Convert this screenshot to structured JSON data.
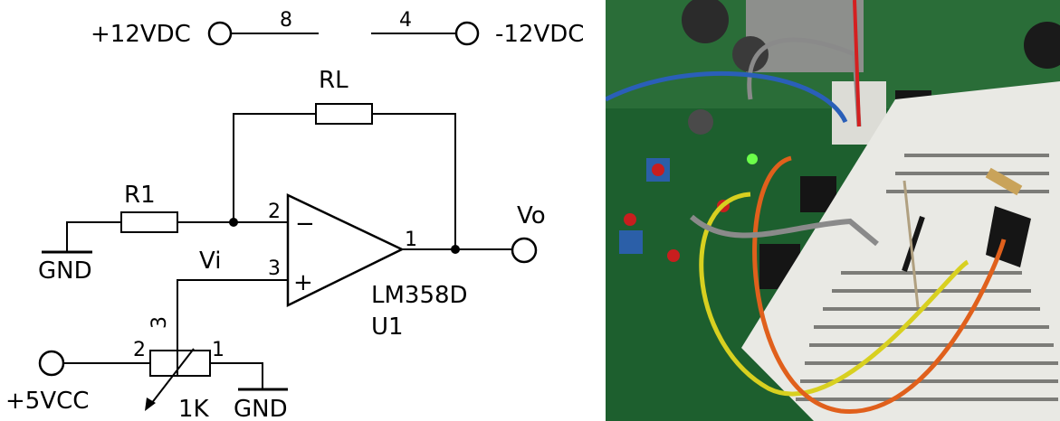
{
  "schematic": {
    "supplies": {
      "positive": {
        "label": "+12VDC",
        "pin": "8"
      },
      "negative": {
        "label": "-12VDC",
        "pin": "4"
      }
    },
    "feedback_resistor": "RL",
    "input_resistor": "R1",
    "output_label": "Vo",
    "input_label": "Vi",
    "ground_label": "GND",
    "opamp": {
      "part": "LM358D",
      "ref": "U1",
      "pin_inverting": "2",
      "pin_noninverting": "3",
      "pin_output": "1",
      "sign_inverting": "−",
      "sign_noninverting": "+"
    },
    "potentiometer": {
      "value": "1K",
      "supply_label": "+5VCC",
      "pin_left": "2",
      "pin_right": "1",
      "pin_wiper": "3"
    }
  },
  "photo": {
    "wire_colors": {
      "yellow": "#d8d020",
      "orange": "#e0601c",
      "gray": "#8a8a8a",
      "blue": "#2a5fb8",
      "red": "#d42020",
      "black": "#151515"
    },
    "pcb_color": "#1f6b34"
  }
}
